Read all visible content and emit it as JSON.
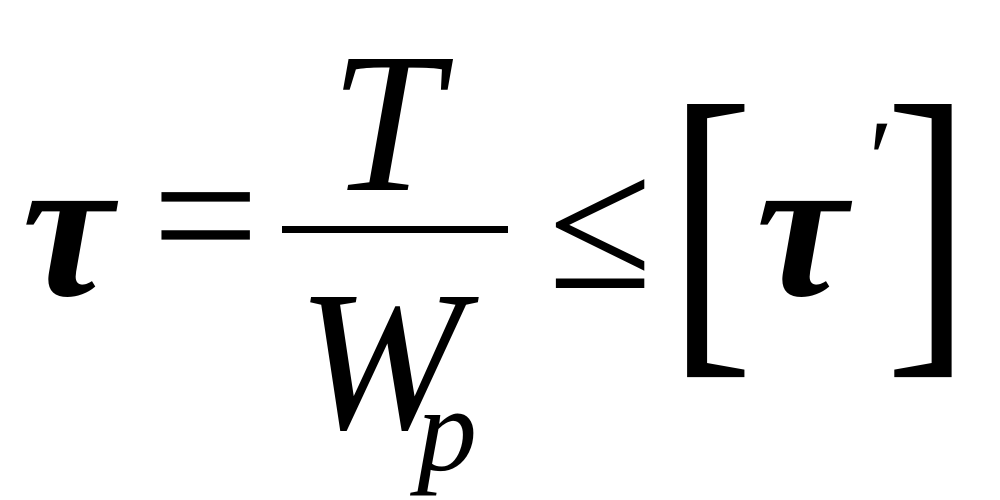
{
  "formula": {
    "lhs_symbol": "τ",
    "equals_sign": "=",
    "numerator": "T",
    "denominator_base": "W",
    "denominator_subscript": "p",
    "relation": "≤",
    "left_bracket": "[",
    "rhs_symbol": "τ",
    "rhs_prime": "′",
    "right_bracket": "]"
  }
}
